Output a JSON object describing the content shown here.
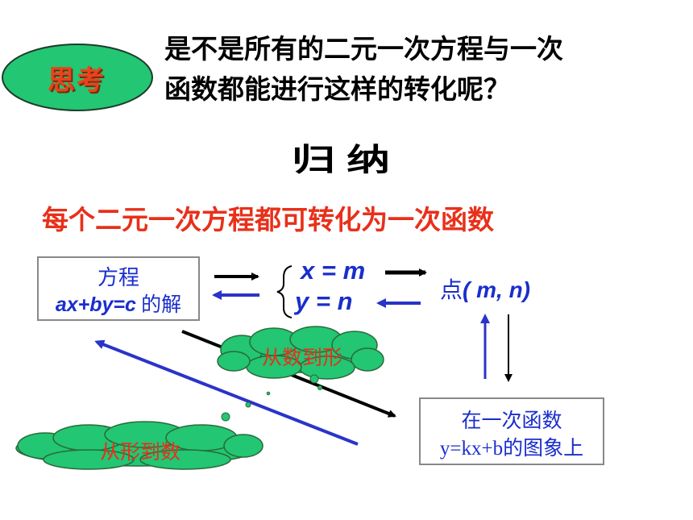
{
  "think": {
    "label": "思考",
    "fill": "#22c673",
    "stroke": "#1f3a2a",
    "text_color": "#e8431a"
  },
  "question": {
    "line1": "是不是所有的二元一次方程与一次",
    "line2": "函数都能进行这样的转化呢？"
  },
  "summary_title": "归纳",
  "statement": "每个二元一次方程都可转化为一次函数",
  "solution_box": {
    "label": "方程",
    "equation": "ax+by=c",
    "suffix": "的解"
  },
  "system": {
    "x_eq": "x = m",
    "y_eq": "y = n"
  },
  "point": {
    "prefix": "点",
    "coords": "( m, n)"
  },
  "line_box": {
    "line1": "在一次函数",
    "line2": "y=kx+b的图象上"
  },
  "clouds": {
    "number_to_shape": "从数到形",
    "shape_to_number": "从形到数",
    "fill": "#22c673"
  },
  "colors": {
    "blue": "#1a2ecc",
    "red": "#e8301a",
    "black": "#000000"
  }
}
